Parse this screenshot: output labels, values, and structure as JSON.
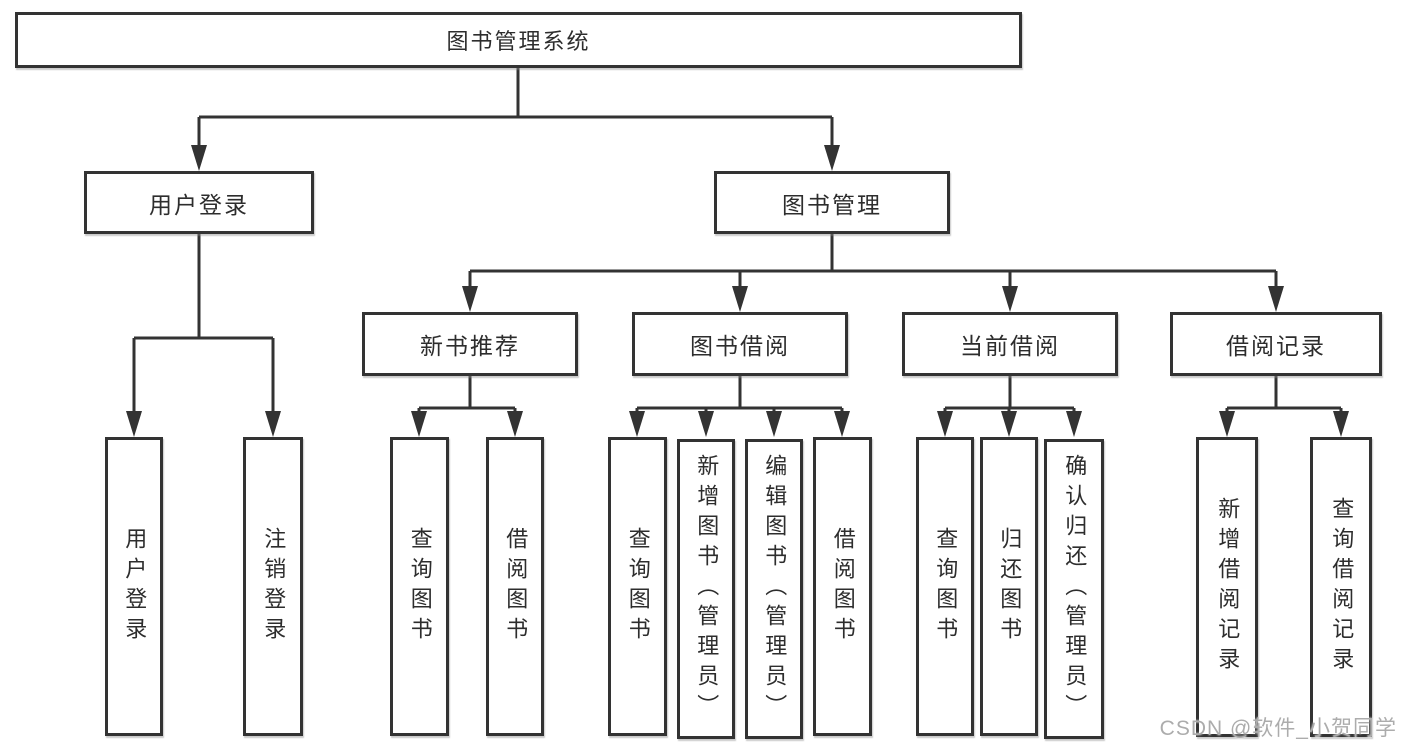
{
  "tree": {
    "root": "图书管理系统",
    "branches": [
      {
        "label": "用户登录",
        "children": [
          "用户登录",
          "注销登录"
        ]
      },
      {
        "label": "图书管理",
        "children": [
          {
            "label": "新书推荐",
            "children": [
              "查询图书",
              "借阅图书"
            ]
          },
          {
            "label": "图书借阅",
            "children": [
              "查询图书",
              "新增图书（管理员）",
              "编辑图书（管理员）",
              "借阅图书"
            ]
          },
          {
            "label": "当前借阅",
            "children": [
              "查询图书",
              "归还图书",
              "确认归还（管理员）"
            ]
          },
          {
            "label": "借阅记录",
            "children": [
              "新增借阅记录",
              "查询借阅记录"
            ]
          }
        ]
      }
    ]
  },
  "watermark": {
    "text": "CSDN @软件_小贺同学"
  },
  "colors": {
    "line": "#333333",
    "box_border": "#333333",
    "text": "#2d2d2d",
    "background": "#ffffff",
    "watermark": "#acacac"
  }
}
